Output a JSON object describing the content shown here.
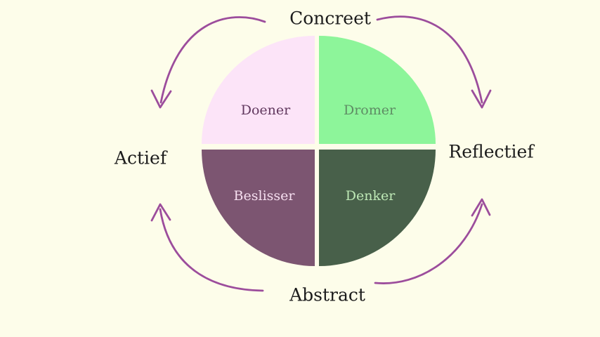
{
  "colors": {
    "background": "#fdfdea",
    "arrow": "#9c4d9c",
    "axis_text": "#1c1c1c"
  },
  "axes": {
    "top": "Concreet",
    "right": "Reflectief",
    "bottom": "Abstract",
    "left": "Actief"
  },
  "quadrants": [
    {
      "label": "Doener",
      "position": "top-left",
      "fill": "#fce4f8",
      "text_color": "#62395f"
    },
    {
      "label": "Dromer",
      "position": "top-right",
      "fill": "#8df59a",
      "text_color": "#5e8c64"
    },
    {
      "label": "Beslisser",
      "position": "bottom-left",
      "fill": "#7c5571",
      "text_color": "#f6dff0"
    },
    {
      "label": "Denker",
      "position": "bottom-right",
      "fill": "#48604a",
      "text_color": "#bee9b6"
    }
  ],
  "arrows": [
    {
      "from": "Concreet",
      "to": "Actief"
    },
    {
      "from": "Concreet",
      "to": "Reflectief"
    },
    {
      "from": "Abstract",
      "to": "Actief"
    },
    {
      "from": "Abstract",
      "to": "Reflectief"
    }
  ]
}
